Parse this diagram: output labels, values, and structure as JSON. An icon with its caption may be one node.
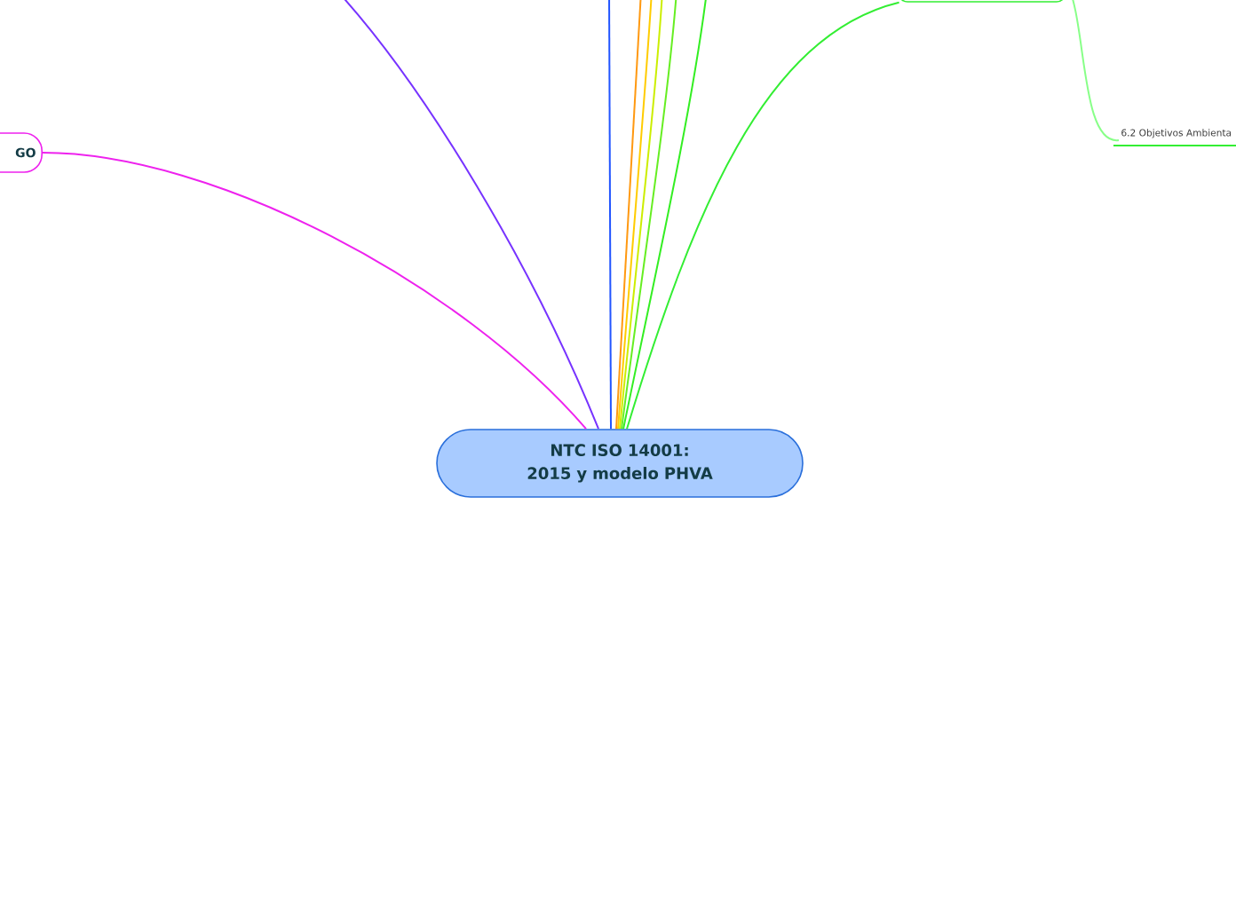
{
  "diagram": {
    "nodes": [
      {
        "text": [
          "NTC ISO 14001: 2015 y modelo PHVA"
        ]
      },
      {
        "text": [
          "GO"
        ]
      },
      {
        "text": [],
        "shape": "box"
      },
      {
        "text": [
          "6.2 Objetivos Ambienta"
        ]
      }
    ],
    "edges": [
      {
        "from": 0,
        "to": 1,
        "arrow": "none",
        "color": "#ee22ee"
      },
      {
        "from": 0,
        "to": null,
        "arrow": "none",
        "color": "#7733ff"
      },
      {
        "from": 0,
        "to": null,
        "arrow": "none",
        "color": "#2255ff"
      },
      {
        "from": 0,
        "to": null,
        "arrow": "none",
        "color": "#ff9911"
      },
      {
        "from": 0,
        "to": null,
        "arrow": "none",
        "color": "#ffcc00"
      },
      {
        "from": 0,
        "to": null,
        "arrow": "none",
        "color": "#ccee00"
      },
      {
        "from": 0,
        "to": null,
        "arrow": "none",
        "color": "#66ee22"
      },
      {
        "from": 0,
        "to": null,
        "arrow": "none",
        "color": "#33ee22"
      },
      {
        "from": 0,
        "to": 2,
        "arrow": "none",
        "color": "#33ee33"
      },
      {
        "from": 2,
        "to": 3,
        "arrow": "none",
        "color": "#88ff88"
      }
    ]
  }
}
